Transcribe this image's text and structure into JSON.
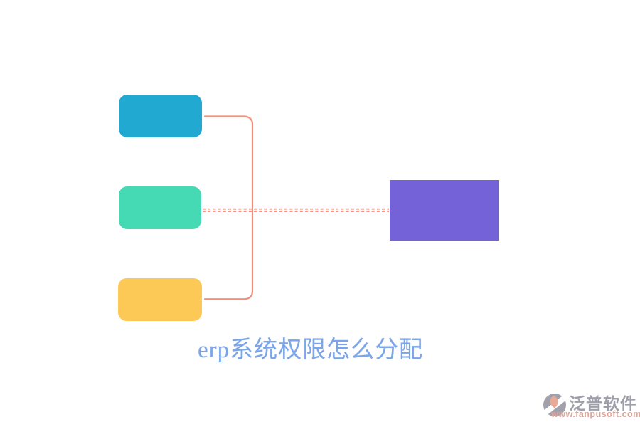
{
  "page": {
    "background_color": "#ffffff"
  },
  "diagram": {
    "title": {
      "text": "erp系统权限怎么分配",
      "color": "#7aa5ea"
    },
    "nodes": [
      {
        "id": "node-top",
        "shape": "rounded-rect",
        "color": "#21a9d1"
      },
      {
        "id": "node-middle",
        "shape": "rounded-rect",
        "color": "#45dab4"
      },
      {
        "id": "node-bottom",
        "shape": "rounded-rect",
        "color": "#fcc957"
      },
      {
        "id": "node-right",
        "shape": "rect",
        "color": "#7362d8"
      }
    ],
    "connectors": {
      "bracket_color": "#f2907c",
      "dashed_color": "#e8543c"
    }
  },
  "watermark": {
    "brand": "泛普软件",
    "url": "www.fanpusoft.com",
    "brand_color": "#9697a3",
    "url_color": "#dd9c90",
    "logo_gray": "#9a99a4",
    "logo_accent": "#e9a28e"
  }
}
